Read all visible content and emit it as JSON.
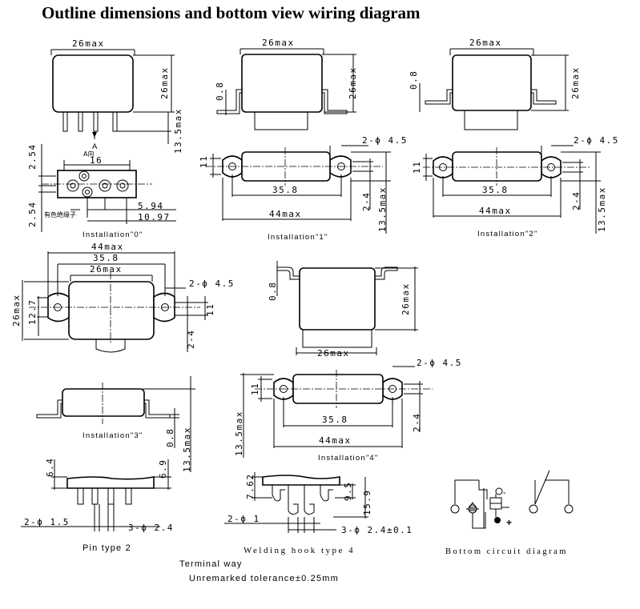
{
  "title": "Outline dimensions and bottom view wiring diagram",
  "dims": {
    "d26max": "26max",
    "d0_8": "0.8",
    "d13_5max": "13.5max",
    "d2_54": "2.54",
    "d16": "16",
    "d5_94": "5.94",
    "d10_97": "10.97",
    "dia4_5": "2-ϕ 4.5",
    "d35_8": "35.8",
    "d44max": "44max",
    "d11": "11",
    "d2_4": "2-4",
    "d12_7": "12.7",
    "d6_4": "6.4",
    "d6_9": "6.9",
    "dia1_5": "2-ϕ 1.5",
    "dia2_4": "3-ϕ 2.4",
    "d7_62": "7.62",
    "d9_5": "9.5",
    "d15_9": "15.9",
    "dia1": "2-ϕ 1",
    "dia2_4tol": "3-ϕ 2.4±0.1"
  },
  "labels": {
    "view_a": "A",
    "view_a_dir": "A向",
    "colored_insulator": "有色绝缘子",
    "inst0": "Installation\"0\"",
    "inst1": "Installation\"1\"",
    "inst2": "Installation\"2\"",
    "inst3": "Installation\"3\"",
    "inst4": "Installation\"4\"",
    "pin_type": "Pin type  2",
    "welding_hook": "Welding hook type  4",
    "bottom_circuit": "Bottom circuit diagram",
    "terminal_way": "Terminal way",
    "tolerance": "Unremarked tolerance±0.25mm",
    "minus": "-",
    "plus": "+"
  }
}
